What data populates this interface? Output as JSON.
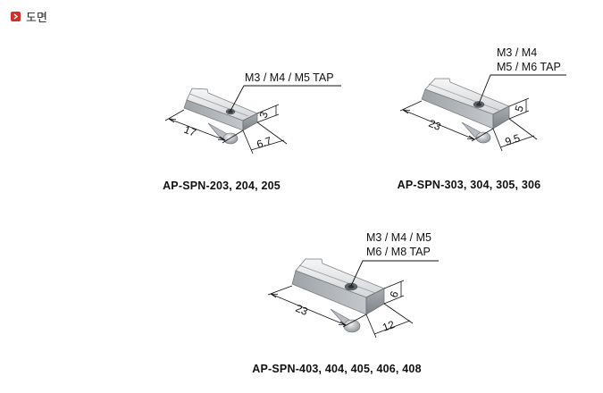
{
  "header": {
    "title": "도면",
    "icon": "chevron-right-icon",
    "icon_color": "#d0312d"
  },
  "parts": [
    {
      "tap_lines": [
        "M3 / M4 / M5 TAP"
      ],
      "dims": [
        "17",
        "3",
        "6.7"
      ],
      "caption": "AP-SPN-203, 204, 205"
    },
    {
      "tap_lines": [
        "M3 / M4",
        "M5 / M6 TAP"
      ],
      "dims": [
        "23",
        "5",
        "9.5"
      ],
      "caption": "AP-SPN-303, 304, 305, 306"
    },
    {
      "tap_lines": [
        "M3 / M4 / M5",
        "M6 / M8 TAP"
      ],
      "dims": [
        "23",
        "6",
        "12"
      ],
      "caption": "AP-SPN-403, 404, 405, 406, 408"
    }
  ]
}
